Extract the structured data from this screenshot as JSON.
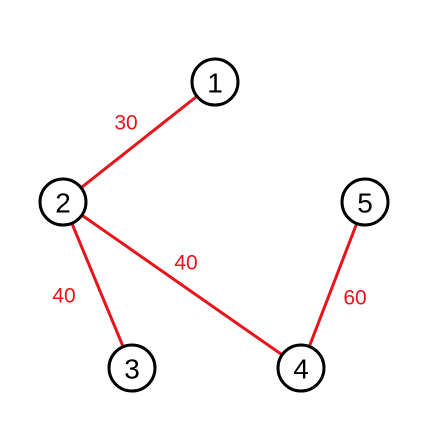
{
  "colors": {
    "edge": "#e8141b",
    "weight_text": "#e8141b",
    "node_stroke": "#000000",
    "node_text": "#000000",
    "node_fill": "#ffffff"
  },
  "graph": {
    "nodes": [
      {
        "id": "1",
        "label": "1"
      },
      {
        "id": "2",
        "label": "2"
      },
      {
        "id": "3",
        "label": "3"
      },
      {
        "id": "4",
        "label": "4"
      },
      {
        "id": "5",
        "label": "5"
      }
    ],
    "edges": [
      {
        "from": "1",
        "to": "2",
        "weight": "30"
      },
      {
        "from": "2",
        "to": "3",
        "weight": "40"
      },
      {
        "from": "2",
        "to": "4",
        "weight": "40"
      },
      {
        "from": "4",
        "to": "5",
        "weight": "60"
      }
    ]
  }
}
